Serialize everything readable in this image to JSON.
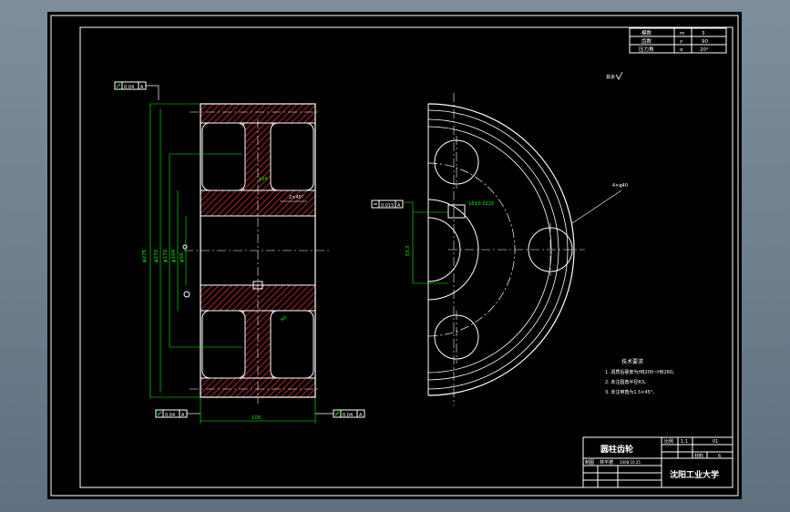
{
  "drawing": {
    "title": "圆柱齿轮",
    "school": "沈阳工业大学",
    "scale_label": "比例",
    "scale_value": "1:1",
    "code": "01",
    "weight_value": "6",
    "weight_label": "材料",
    "designer_role": "制图",
    "designer_name": "林平德",
    "date": "2008.10.25"
  },
  "gear_params": {
    "rows": [
      {
        "name": "模数",
        "symbol": "m",
        "value": "3"
      },
      {
        "name": "齿数",
        "symbol": "z",
        "value": "90"
      },
      {
        "name": "压力角",
        "symbol": "α",
        "value": "20°"
      }
    ]
  },
  "tech_requirements": {
    "title": "技术要求",
    "items": [
      "1. 调质后硬度为HB200~HB260。",
      "2. 未注圆角半径R3。",
      "3. 未注倒角为1.5×45°。"
    ]
  },
  "tolerance_frames": {
    "top_left": "0.04",
    "top_datum": "A",
    "bottom_left": "0.04",
    "bottom_left_datum": "A",
    "bottom_right": "0.04",
    "bottom_right_datum": "A",
    "bore": "0.015",
    "keyway": "18±0.0215"
  },
  "dimensions": {
    "width": "105",
    "chamfer": "2×45°",
    "bore_dia": "φ50",
    "d1": "φ278",
    "d2": "φ270",
    "d3": "φ170",
    "d4": "φ104",
    "hub": "φ54",
    "fillet": "R5",
    "hole": "4×φ40",
    "keyway_depth": "53.3",
    "rough_note": "其余"
  },
  "colors": {
    "line": "#ffffff",
    "dim": "#00ff00",
    "section": "#ff0000",
    "background": "#000000"
  }
}
